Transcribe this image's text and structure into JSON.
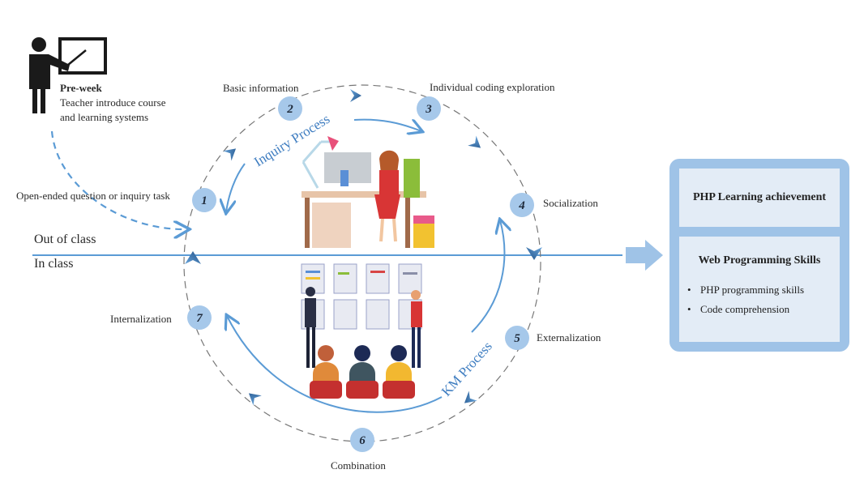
{
  "preweek": {
    "title": "Pre-week",
    "line1": "Teacher introduce course",
    "line2": "and learning systems",
    "icon": "teacher-presenting-icon"
  },
  "zones": {
    "out_of_class": "Out of class",
    "in_class": "In class"
  },
  "processes": {
    "inquiry": "Inquiry Process",
    "km": "KM Process"
  },
  "steps": [
    {
      "number": "1",
      "label": "Open-ended question or inquiry task"
    },
    {
      "number": "2",
      "label": "Basic information"
    },
    {
      "number": "3",
      "label": "Individual coding exploration"
    },
    {
      "number": "4",
      "label": "Socialization"
    },
    {
      "number": "5",
      "label": "Externalization"
    },
    {
      "number": "6",
      "label": "Combination"
    },
    {
      "number": "7",
      "label": "Internalization"
    }
  ],
  "illustrations": {
    "top": "student-at-computer-illustration",
    "bottom": "classroom-presentation-illustration"
  },
  "outcome": {
    "box1_title": "PHP Learning achievement",
    "box2_title": "Web Programming Skills",
    "items": [
      "PHP programming skills",
      "Code comprehension"
    ]
  },
  "colors": {
    "line_blue": "#5b9bd5",
    "circle_fill": "#a6c8ea",
    "panel_blue": "#9fc3e7",
    "panel_inner": "#e3ecf6",
    "chevron": "#3f7fc0"
  }
}
